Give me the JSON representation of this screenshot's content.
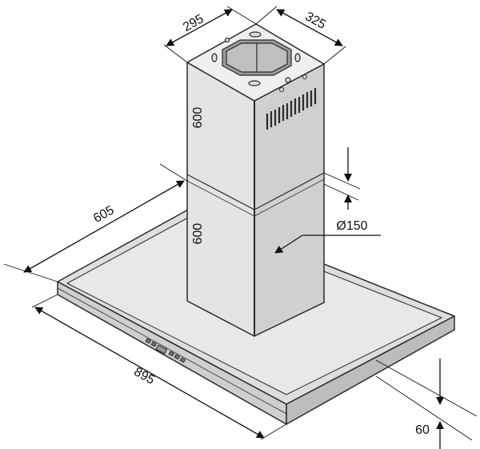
{
  "diagram": {
    "dimensions": {
      "duct_width": "295",
      "duct_depth": "325",
      "duct_upper_height": "600",
      "duct_lower_height": "600",
      "hood_depth": "605",
      "hood_width": "895",
      "hood_height": "60",
      "outlet_diameter": "Ø150"
    },
    "colors": {
      "steel_light": "#ececec",
      "steel_mid": "#d9d9d9",
      "steel_dark": "#bdbdbd",
      "outline": "#2a2a2a",
      "hole": "#000000"
    }
  }
}
